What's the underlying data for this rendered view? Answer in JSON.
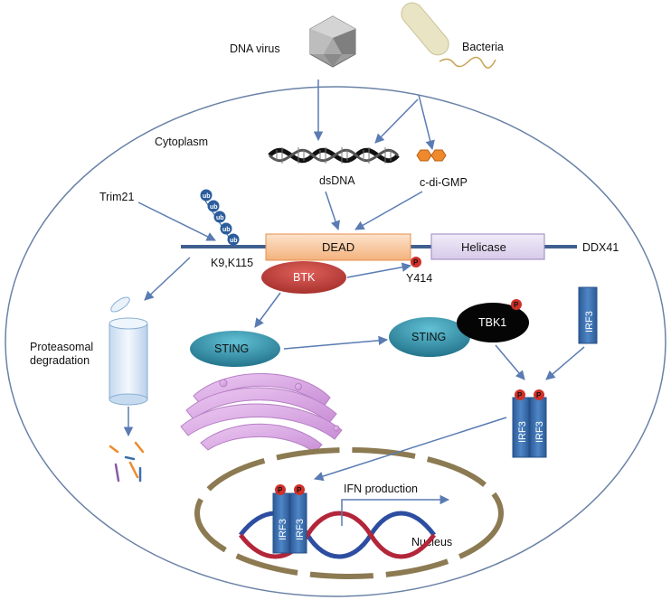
{
  "labels": {
    "dna_virus": "DNA virus",
    "bacteria": "Bacteria",
    "cytoplasm": "Cytoplasm",
    "dsdna": "dsDNA",
    "cdigmp": "c-di-GMP",
    "trim21": "Trim21",
    "ddx41": "DDX41",
    "dead": "DEAD",
    "helicase": "Helicase",
    "k9k115": "K9,K115",
    "btk": "BTK",
    "y414": "Y414",
    "sting": "STING",
    "sting2": "STING",
    "tbk1": "TBK1",
    "irf3": "IRF3",
    "proteasomal": "Proteasomal",
    "degradation": "degradation",
    "ifn_production": "IFN production",
    "nucleus": "Nucleus",
    "ub": "ub",
    "p": "P"
  },
  "colors": {
    "cell_outline": "#6a82a6",
    "arrow": "#5a7bb3",
    "dead_fill": "#f7c9a2",
    "dead_stroke": "#e58f4e",
    "helicase_fill": "#e4daf0",
    "helicase_stroke": "#9a86c0",
    "btk_fill": "#c0443f",
    "sting_fill": "#2f8fa6",
    "tbk1_fill": "#050505",
    "irf3_fill": "#3b6fae",
    "p_fill": "#d0302a",
    "ub_fill": "#2b5d9c",
    "golgi_fill": "#d9a9e3",
    "nucleus_dash": "#8c7a52",
    "proteasome_fill": "#d6e6f5",
    "dna_red": "#b3263a",
    "dna_blue": "#2d4ea0"
  },
  "icons": {
    "virus": "icosahedron-icon",
    "bacteria": "rod-bacterium-icon",
    "proteasome": "proteasome-cylinder-icon",
    "golgi": "golgi-stack-icon"
  }
}
